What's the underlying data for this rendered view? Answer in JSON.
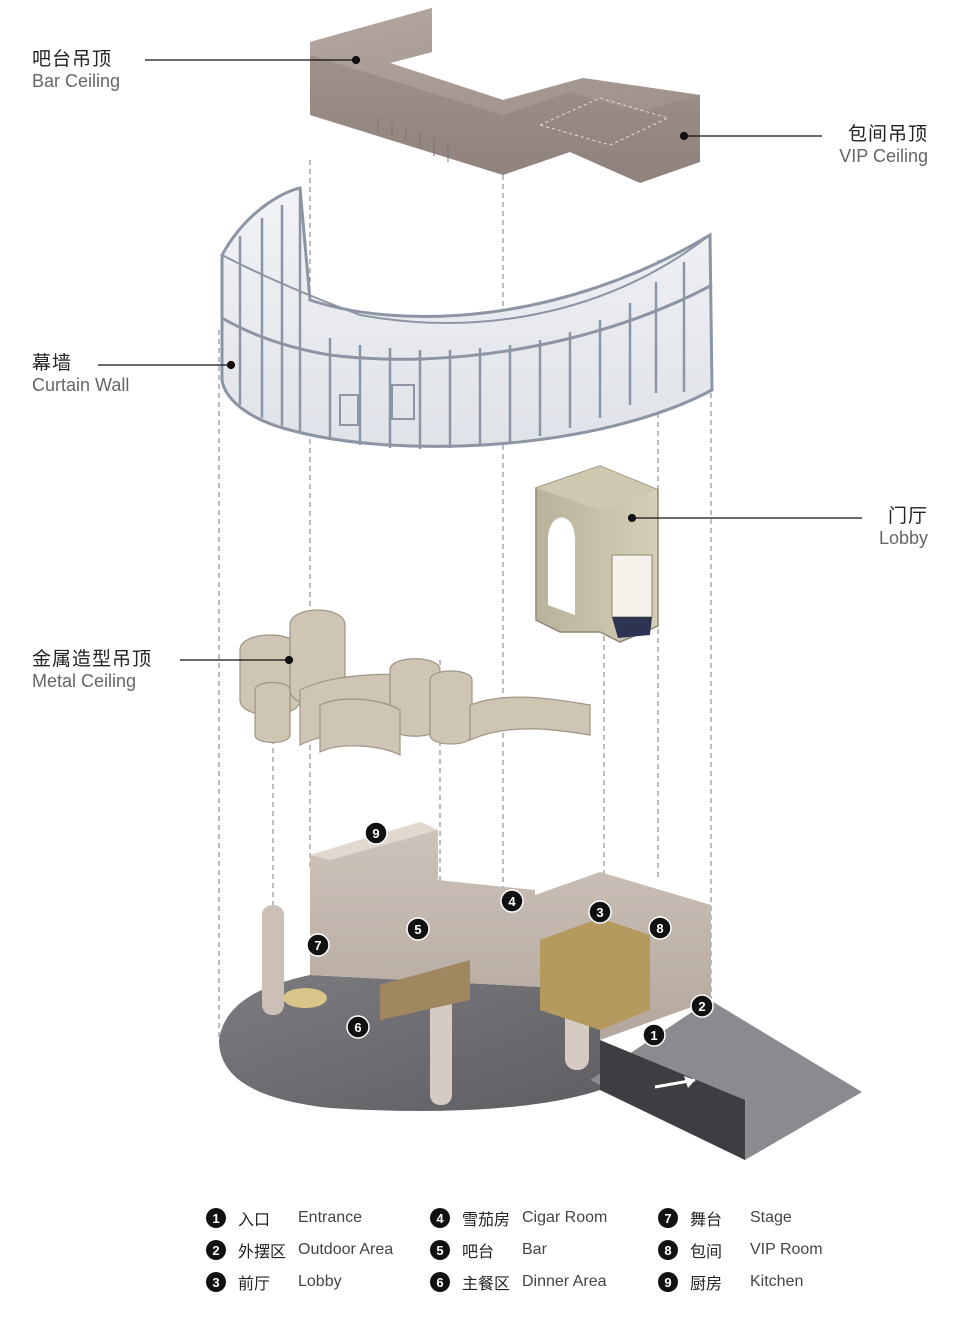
{
  "callouts": {
    "bar_ceiling": {
      "zh": "吧台吊顶",
      "en": "Bar Ceiling"
    },
    "vip_ceiling": {
      "zh": "包间吊顶",
      "en": "VIP Ceiling"
    },
    "curtain_wall": {
      "zh": "幕墙",
      "en": "Curtain Wall"
    },
    "lobby": {
      "zh": "门厅",
      "en": "Lobby"
    },
    "metal_ceiling": {
      "zh": "金属造型吊顶",
      "en": "Metal Ceiling"
    }
  },
  "markers": [
    "1",
    "2",
    "3",
    "4",
    "5",
    "6",
    "7",
    "8",
    "9"
  ],
  "legend": [
    {
      "num": "1",
      "zh": "入口",
      "en": "Entrance"
    },
    {
      "num": "2",
      "zh": "外摆区",
      "en": "Outdoor Area"
    },
    {
      "num": "3",
      "zh": "前厅",
      "en": "Lobby"
    },
    {
      "num": "4",
      "zh": "雪茄房",
      "en": "Cigar Room"
    },
    {
      "num": "5",
      "zh": "吧台",
      "en": "Bar"
    },
    {
      "num": "6",
      "zh": "主餐区",
      "en": "Dinner Area"
    },
    {
      "num": "7",
      "zh": "舞台",
      "en": "Stage"
    },
    {
      "num": "8",
      "zh": "包间",
      "en": "VIP Room"
    },
    {
      "num": "9",
      "zh": "厨房",
      "en": "Kitchen"
    }
  ],
  "colors": {
    "ceiling": "#a89a94",
    "glass": "#eceef2",
    "frame": "#8d95a4",
    "floor": "#6e6e72",
    "wall": "#c4b8af",
    "metal": "#c9bfae",
    "marker": "#111111"
  }
}
